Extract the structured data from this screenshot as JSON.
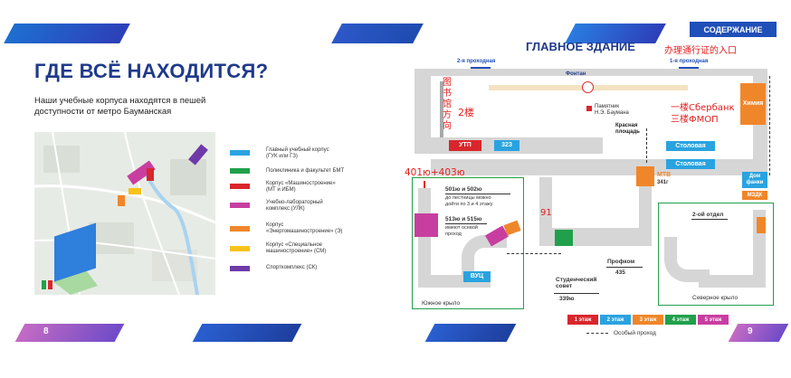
{
  "left_page": {
    "title": "ГДЕ ВСЁ НАХОДИТСЯ?",
    "subtitle_line1": "Наши учебные корпуса находятся в пешей",
    "subtitle_line2": "доступности от метро Бауманская",
    "page_number": "8",
    "legend": [
      {
        "text": "Главный учебный корпус\n(ГУК или ГЗ)",
        "color": "#29a3e0"
      },
      {
        "text": "Поликлиника и факультет БМТ",
        "color": "#21a04c"
      },
      {
        "text": "Корпус «Машиностроение»\n(МТ и ИБМ)",
        "color": "#d9262c"
      },
      {
        "text": "Учебно-лабораторный\nкомплекс (УЛК)",
        "color": "#c83ea0"
      },
      {
        "text": "Корпус\n«Энергомашиностроение» (Э)",
        "color": "#f0862a"
      },
      {
        "text": "Корпус «Специальное\nмашиностроение» (СМ)",
        "color": "#f7c21a"
      },
      {
        "text": "Спорткомплекс (СК)",
        "color": "#6f3aa8"
      }
    ]
  },
  "right_page": {
    "section_tag": "СОДЕРЖАНИЕ",
    "title": "ГЛАВНОЕ ЗДАНИЕ",
    "page_number": "9",
    "labels": {
      "gate2": "2-я проходная",
      "gate1": "1-я проходная",
      "fountain": "Фонтан",
      "monument": "Памятник\nН.Э. Баумана",
      "red_square": "Красная\nплощадь",
      "stolovaya1": "Столовая",
      "stolovaya2": "Столовая",
      "mtb": "МТВ",
      "mtb_num": "341г",
      "himiya": "Химия",
      "dom_fanki": "Дом\nфанки",
      "mzdk": "МЗДК",
      "utp": "УТП",
      "r323": "323",
      "r501": "501ю и 502ю",
      "r501_note": "до лестницы можно\nдойти по 3 и 4 этажу",
      "r513": "513ю и 515ю",
      "r513_note": "имеют осевой\nпроход",
      "vuc": "ВУЦ",
      "south_wing": "Южное крыло",
      "north_wing": "Северное крыло",
      "student_council": "Студенческий\nсовет",
      "student_council_num": "339ю",
      "profkom": "Профком",
      "profkom_num": "435",
      "otdel": "2-ой отдел"
    },
    "annotations": {
      "pass_entrance": "办理通行证的入口",
      "library": "图\n书\n馆\n方\n向",
      "floor2": "2楼",
      "sberbank": "一楼Сбербанк\n三楼ФМОП",
      "rooms_401": "401ю+403ю",
      "num91": "91"
    },
    "floors": [
      {
        "label": "1 этаж",
        "color": "#d9262c"
      },
      {
        "label": "2 этаж",
        "color": "#29a3e0"
      },
      {
        "label": "3 этаж",
        "color": "#f0862a"
      },
      {
        "label": "4 этаж",
        "color": "#21a04c"
      },
      {
        "label": "5 этаж",
        "color": "#c83ea0"
      }
    ],
    "special_pass": "Особый проход"
  }
}
